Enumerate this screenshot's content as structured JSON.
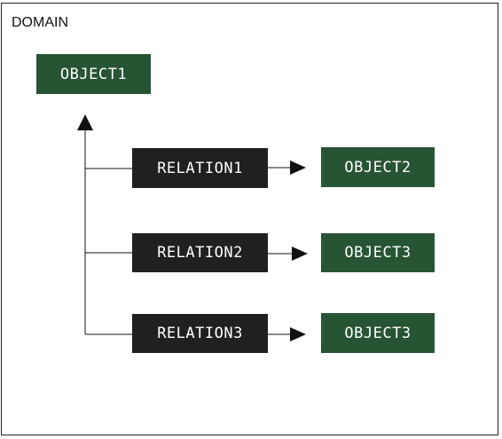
{
  "domain": {
    "label": "DOMAIN"
  },
  "nodes": {
    "object1": "OBJECT1",
    "relation1": "RELATION1",
    "relation2": "RELATION2",
    "relation3": "RELATION3",
    "object2": "OBJECT2",
    "object3a": "OBJECT3",
    "object3b": "OBJECT3"
  },
  "colors": {
    "object_fill": "#265435",
    "relation_fill": "#202020",
    "line": "#111111"
  }
}
